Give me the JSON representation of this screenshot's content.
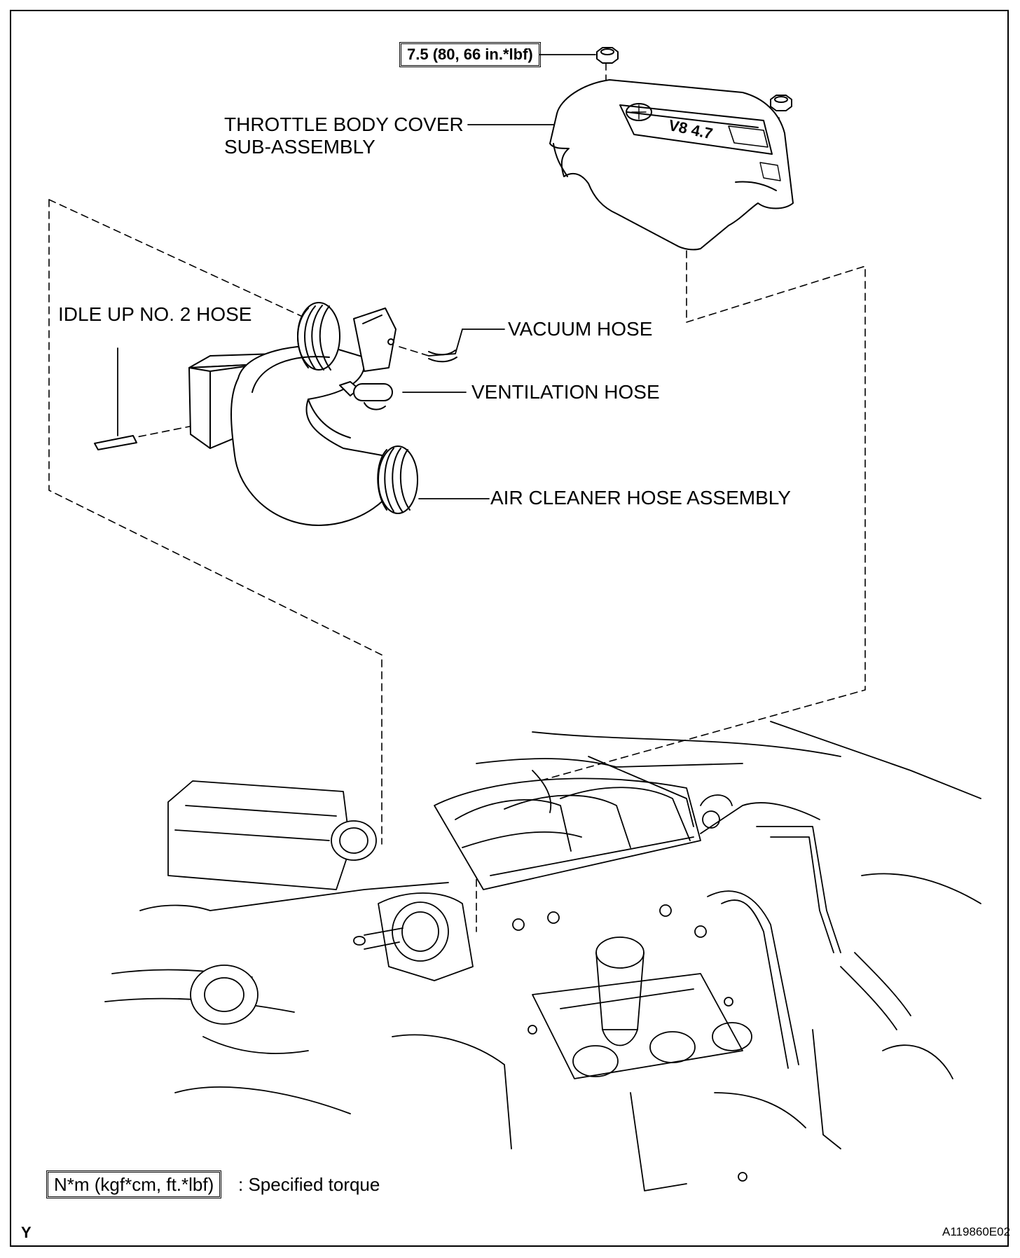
{
  "torque_value": "7.5 (80, 66 in.*lbf)",
  "labels": {
    "throttle_cover_line1": "THROTTLE BODY COVER",
    "throttle_cover_line2": "SUB-ASSEMBLY",
    "idle_up_hose": "IDLE UP NO. 2 HOSE",
    "vacuum_hose": "VACUUM HOSE",
    "ventilation_hose": "VENTILATION HOSE",
    "air_cleaner_hose": "AIR CLEANER HOSE ASSEMBLY"
  },
  "cover_emblem": "V8 4.7",
  "legend": {
    "unit_box": "N*m (kgf*cm, ft.*lbf)",
    "description": ": Specified torque"
  },
  "corner_letter": "Y",
  "figure_code": "A119860E02"
}
